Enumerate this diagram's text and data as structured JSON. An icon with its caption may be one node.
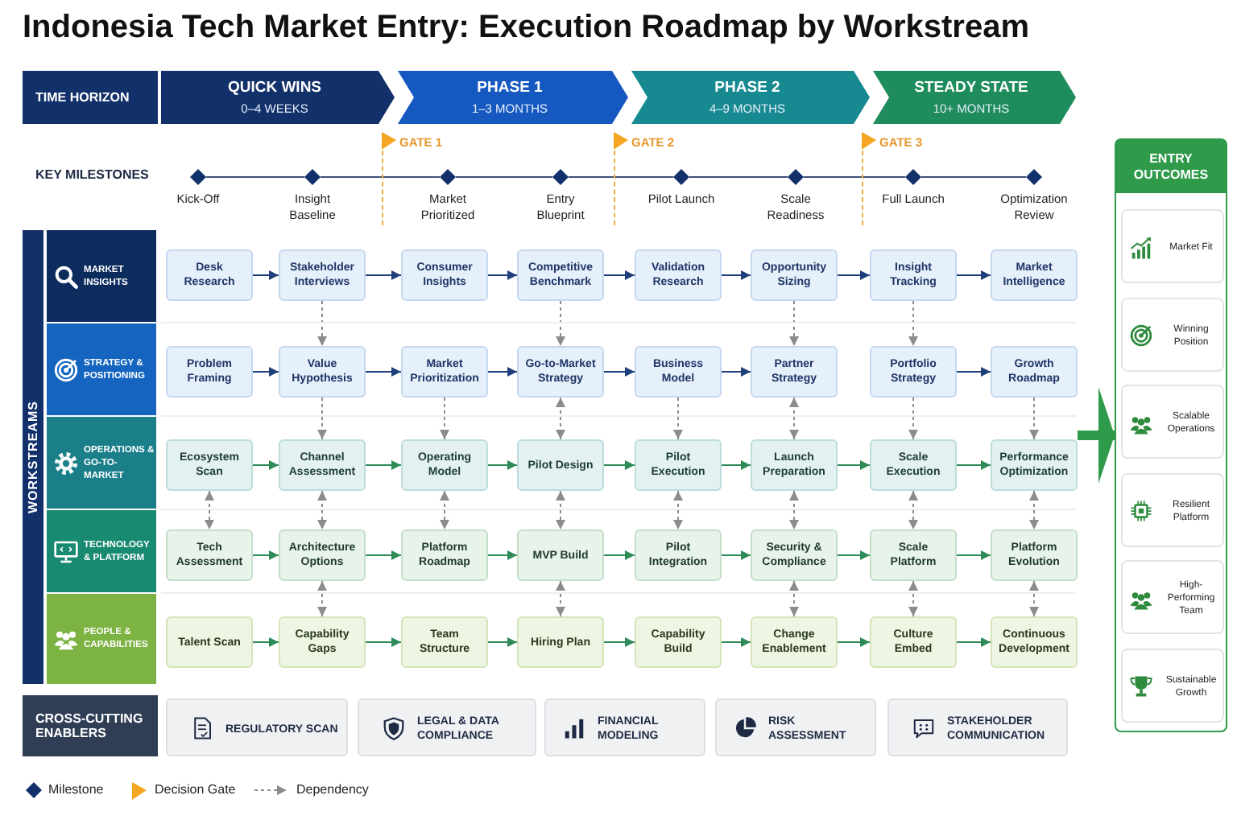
{
  "diagram": {
    "title": "Indonesia Tech Market Entry: Execution Roadmap by Workstream",
    "nodes": [
      {
        "text": [
          "TIME HORIZON"
        ]
      },
      {
        "text": [
          "QUICK WINS",
          "0–4 WEEKS"
        ]
      },
      {
        "text": [
          "PHASE 1",
          "1–3 MONTHS"
        ]
      },
      {
        "text": [
          "PHASE 2",
          "4–9 MONTHS"
        ]
      },
      {
        "text": [
          "STEADY STATE",
          "10+ MONTHS"
        ]
      },
      {
        "text": [],
        "shape": "diamond",
        "beside": [
          "Kick-Off"
        ]
      },
      {
        "text": [],
        "shape": "diamond",
        "beside": [
          "Insight Baseline"
        ]
      },
      {
        "text": [],
        "shape": "diamond",
        "beside": [
          "Market Prioritized"
        ]
      },
      {
        "text": [],
        "shape": "diamond",
        "beside": [
          "Entry Blueprint"
        ]
      },
      {
        "text": [],
        "shape": "diamond",
        "beside": [
          "Pilot Launch"
        ]
      },
      {
        "text": [],
        "shape": "diamond",
        "beside": [
          "Scale Readiness"
        ]
      },
      {
        "text": [],
        "shape": "diamond",
        "beside": [
          "Full Launch"
        ]
      },
      {
        "text": [],
        "shape": "diamond",
        "beside": [
          "Optimization Review"
        ]
      },
      {
        "text": [
          "WORKSTREAMS"
        ]
      },
      {
        "text": [
          "MARKET INSIGHTS"
        ]
      },
      {
        "text": [
          "STRATEGY & POSITIONING"
        ]
      },
      {
        "text": [
          "OPERATIONS & GO-TO-MARKET"
        ]
      },
      {
        "text": [
          "TECHNOLOGY & PLATFORM"
        ]
      },
      {
        "text": [
          "PEOPLE & CAPABILITIES"
        ]
      },
      {
        "text": [
          "Desk Research"
        ]
      },
      {
        "text": [
          "Stakeholder Interviews"
        ]
      },
      {
        "text": [
          "Consumer Insights"
        ]
      },
      {
        "text": [
          "Competitive Benchmark"
        ]
      },
      {
        "text": [
          "Validation Research"
        ]
      },
      {
        "text": [
          "Opportunity Sizing"
        ]
      },
      {
        "text": [
          "Insight Tracking"
        ]
      },
      {
        "text": [
          "Market Intelligence"
        ]
      },
      {
        "text": [
          "Problem Framing"
        ]
      },
      {
        "text": [
          "Value Hypothesis"
        ]
      },
      {
        "text": [
          "Market Prioritization"
        ]
      },
      {
        "text": [
          "Go-to-Market Strategy"
        ]
      },
      {
        "text": [
          "Business Model"
        ]
      },
      {
        "text": [
          "Partner Strategy"
        ]
      },
      {
        "text": [
          "Portfolio Strategy"
        ]
      },
      {
        "text": [
          "Growth Roadmap"
        ]
      },
      {
        "text": [
          "Ecosystem Scan"
        ]
      },
      {
        "text": [
          "Channel Assessment"
        ]
      },
      {
        "text": [
          "Operating Model"
        ]
      },
      {
        "text": [
          "Pilot Design"
        ]
      },
      {
        "text": [
          "Pilot Execution"
        ]
      },
      {
        "text": [
          "Launch Preparation"
        ]
      },
      {
        "text": [
          "Scale Execution"
        ]
      },
      {
        "text": [
          "Performance Optimization"
        ]
      },
      {
        "text": [
          "Tech Assessment"
        ]
      },
      {
        "text": [
          "Architecture Options"
        ]
      },
      {
        "text": [
          "Platform Roadmap"
        ]
      },
      {
        "text": [
          "MVP Build"
        ]
      },
      {
        "text": [
          "Pilot Integration"
        ]
      },
      {
        "text": [
          "Security & Compliance"
        ]
      },
      {
        "text": [
          "Scale Platform"
        ]
      },
      {
        "text": [
          "Platform Evolution"
        ]
      },
      {
        "text": [
          "Talent Scan"
        ]
      },
      {
        "text": [
          "Capability Gaps"
        ]
      },
      {
        "text": [
          "Team Structure"
        ]
      },
      {
        "text": [
          "Hiring Plan"
        ]
      },
      {
        "text": [
          "Capability Build"
        ]
      },
      {
        "text": [
          "Change Enablement"
        ]
      },
      {
        "text": [
          "Culture Embed"
        ]
      },
      {
        "text": [
          "Continuous Development"
        ]
      },
      {
        "text": [
          "ENTRY OUTCOMES"
        ]
      },
      {
        "text": [
          "Market Fit"
        ],
        "in": 59
      },
      {
        "text": [
          "Winning Position"
        ],
        "in": 59
      },
      {
        "text": [
          "Scalable Operations"
        ],
        "in": 59
      },
      {
        "text": [
          "Resilient Platform"
        ],
        "in": 59
      },
      {
        "text": [
          "High-Performing Team"
        ],
        "in": 59
      },
      {
        "text": [
          "Sustainable Growth"
        ],
        "in": 59
      },
      {
        "text": [
          "CROSS-CUTTING ENABLERS"
        ]
      },
      {
        "text": [
          "REGULATORY SCAN"
        ]
      },
      {
        "text": [
          "LEGAL & DATA COMPLIANCE"
        ]
      },
      {
        "text": [
          "FINANCIAL MODELING"
        ]
      },
      {
        "text": [
          "RISK ASSESSMENT"
        ]
      },
      {
        "text": [
          "STAKEHOLDER COMMUNICATION"
        ]
      }
    ],
    "edges": [
      {
        "from": 5,
        "to": 6,
        "arrow": "none",
        "color": "#3d4f7a"
      },
      {
        "from": 6,
        "to": 7,
        "arrow": "none",
        "color": "#3d4f7a"
      },
      {
        "from": 7,
        "to": 8,
        "arrow": "none",
        "color": "#3d4f7a"
      },
      {
        "from": 8,
        "to": 9,
        "arrow": "none",
        "color": "#3d4f7a"
      },
      {
        "from": 9,
        "to": 10,
        "arrow": "none",
        "color": "#3d4f7a"
      },
      {
        "from": 10,
        "to": 11,
        "arrow": "none",
        "color": "#3d4f7a"
      },
      {
        "from": 11,
        "to": 12,
        "arrow": "none",
        "color": "#3d4f7a"
      },
      {
        "from": 19,
        "to": 20,
        "arrow": "to",
        "color": "#1f3f7a"
      },
      {
        "from": 20,
        "to": 21,
        "arrow": "to",
        "color": "#1f3f7a"
      },
      {
        "from": 21,
        "to": 22,
        "arrow": "to",
        "color": "#1f3f7a"
      },
      {
        "from": 22,
        "to": 23,
        "arrow": "to",
        "color": "#1f3f7a"
      },
      {
        "from": 23,
        "to": 24,
        "arrow": "to",
        "color": "#1f3f7a"
      },
      {
        "from": 24,
        "to": 25,
        "arrow": "to",
        "color": "#1f3f7a"
      },
      {
        "from": 25,
        "to": 26,
        "arrow": "to",
        "color": "#1f3f7a"
      },
      {
        "from": 27,
        "to": 28,
        "arrow": "to",
        "color": "#1f3f7a"
      },
      {
        "from": 28,
        "to": 29,
        "arrow": "to",
        "color": "#1f3f7a"
      },
      {
        "from": 29,
        "to": 30,
        "arrow": "to",
        "color": "#1f3f7a"
      },
      {
        "from": 30,
        "to": 31,
        "arrow": "to",
        "color": "#1f3f7a"
      },
      {
        "from": 31,
        "to": 32,
        "arrow": "to",
        "color": "#1f3f7a"
      },
      {
        "from": 33,
        "to": 34,
        "arrow": "to",
        "color": "#1f3f7a"
      },
      {
        "from": 35,
        "to": 36,
        "arrow": "to",
        "color": "#2e8b57"
      },
      {
        "from": 36,
        "to": 37,
        "arrow": "to",
        "color": "#2e8b57"
      },
      {
        "from": 37,
        "to": 38,
        "arrow": "to",
        "color": "#2e8b57"
      },
      {
        "from": 38,
        "to": 39,
        "arrow": "to",
        "color": "#2e8b57"
      },
      {
        "from": 39,
        "to": 40,
        "arrow": "to",
        "color": "#2e8b57"
      },
      {
        "from": 40,
        "to": 41,
        "arrow": "to",
        "color": "#2e8b57"
      },
      {
        "from": 41,
        "to": 42,
        "arrow": "to",
        "color": "#2e8b57"
      },
      {
        "from": 43,
        "to": 44,
        "arrow": "to",
        "color": "#2e8b57"
      },
      {
        "from": 44,
        "to": 45,
        "arrow": "to",
        "color": "#2e8b57"
      },
      {
        "from": 45,
        "to": 46,
        "arrow": "to",
        "color": "#2e8b57"
      },
      {
        "from": 46,
        "to": 47,
        "arrow": "to",
        "color": "#2e8b57"
      },
      {
        "from": 47,
        "to": 48,
        "arrow": "to",
        "color": "#2e8b57"
      },
      {
        "from": 48,
        "to": 49,
        "arrow": "to",
        "color": "#2e8b57"
      },
      {
        "from": 49,
        "to": 50,
        "arrow": "to",
        "color": "#2e8b57"
      },
      {
        "from": 51,
        "to": 52,
        "arrow": "to",
        "color": "#2e8b57"
      },
      {
        "from": 52,
        "to": 53,
        "arrow": "to",
        "color": "#2e8b57"
      },
      {
        "from": 53,
        "to": 54,
        "arrow": "to",
        "color": "#2e8b57"
      },
      {
        "from": 54,
        "to": 55,
        "arrow": "to",
        "color": "#2e8b57"
      },
      {
        "from": 55,
        "to": 56,
        "arrow": "to",
        "color": "#2e8b57"
      },
      {
        "from": 56,
        "to": 57,
        "arrow": "to",
        "color": "#2e8b57"
      },
      {
        "from": 57,
        "to": 58,
        "arrow": "to",
        "color": "#2e8b57"
      },
      {
        "from": 20,
        "to": 28,
        "arrow": "to",
        "style": "dashed"
      },
      {
        "from": 22,
        "to": 30,
        "arrow": "to",
        "style": "dashed"
      },
      {
        "from": 24,
        "to": 32,
        "arrow": "to",
        "style": "dashed"
      },
      {
        "from": 25,
        "to": 33,
        "arrow": "to",
        "style": "dashed"
      },
      {
        "from": 28,
        "to": 36,
        "arrow": "to",
        "style": "dashed"
      },
      {
        "from": 29,
        "to": 37,
        "arrow": "to",
        "style": "dashed"
      },
      {
        "from": 30,
        "to": 38,
        "arrow": "both",
        "style": "dashed"
      },
      {
        "from": 31,
        "to": 39,
        "arrow": "to",
        "style": "dashed"
      },
      {
        "from": 32,
        "to": 40,
        "arrow": "both",
        "style": "dashed"
      },
      {
        "from": 33,
        "to": 41,
        "arrow": "to",
        "style": "dashed"
      },
      {
        "from": 34,
        "to": 42,
        "arrow": "to",
        "style": "dashed"
      },
      {
        "from": 35,
        "to": 43,
        "arrow": "both",
        "style": "dashed"
      },
      {
        "from": 36,
        "to": 44,
        "arrow": "both",
        "style": "dashed"
      },
      {
        "from": 37,
        "to": 45,
        "arrow": "both",
        "style": "dashed"
      },
      {
        "from": 38,
        "to": 46,
        "arrow": "both",
        "style": "dashed"
      },
      {
        "from": 39,
        "to": 47,
        "arrow": "both",
        "style": "dashed"
      },
      {
        "from": 40,
        "to": 48,
        "arrow": "both",
        "style": "dashed"
      },
      {
        "from": 41,
        "to": 49,
        "arrow": "both",
        "style": "dashed"
      },
      {
        "from": 42,
        "to": 50,
        "arrow": "both",
        "style": "dashed"
      },
      {
        "from": 44,
        "to": 52,
        "arrow": "both",
        "style": "dashed"
      },
      {
        "from": 46,
        "to": 54,
        "arrow": "both",
        "style": "dashed"
      },
      {
        "from": 48,
        "to": 56,
        "arrow": "both",
        "style": "dashed"
      },
      {
        "from": 49,
        "to": 57,
        "arrow": "both",
        "style": "dashed"
      },
      {
        "from": 50,
        "to": 58,
        "arrow": "both",
        "style": "dashed"
      },
      {
        "from": 42,
        "to": 59,
        "arrow": "to",
        "style": "thick",
        "color": "#2e9a4a"
      }
    ],
    "labels": [
      "KEY MILESTONES",
      "GATE 1",
      "GATE 2",
      "GATE 3"
    ],
    "legend": [
      {
        "text": "Milestone"
      },
      {
        "text": "Decision Gate"
      },
      {
        "text": "Dependency"
      }
    ]
  }
}
